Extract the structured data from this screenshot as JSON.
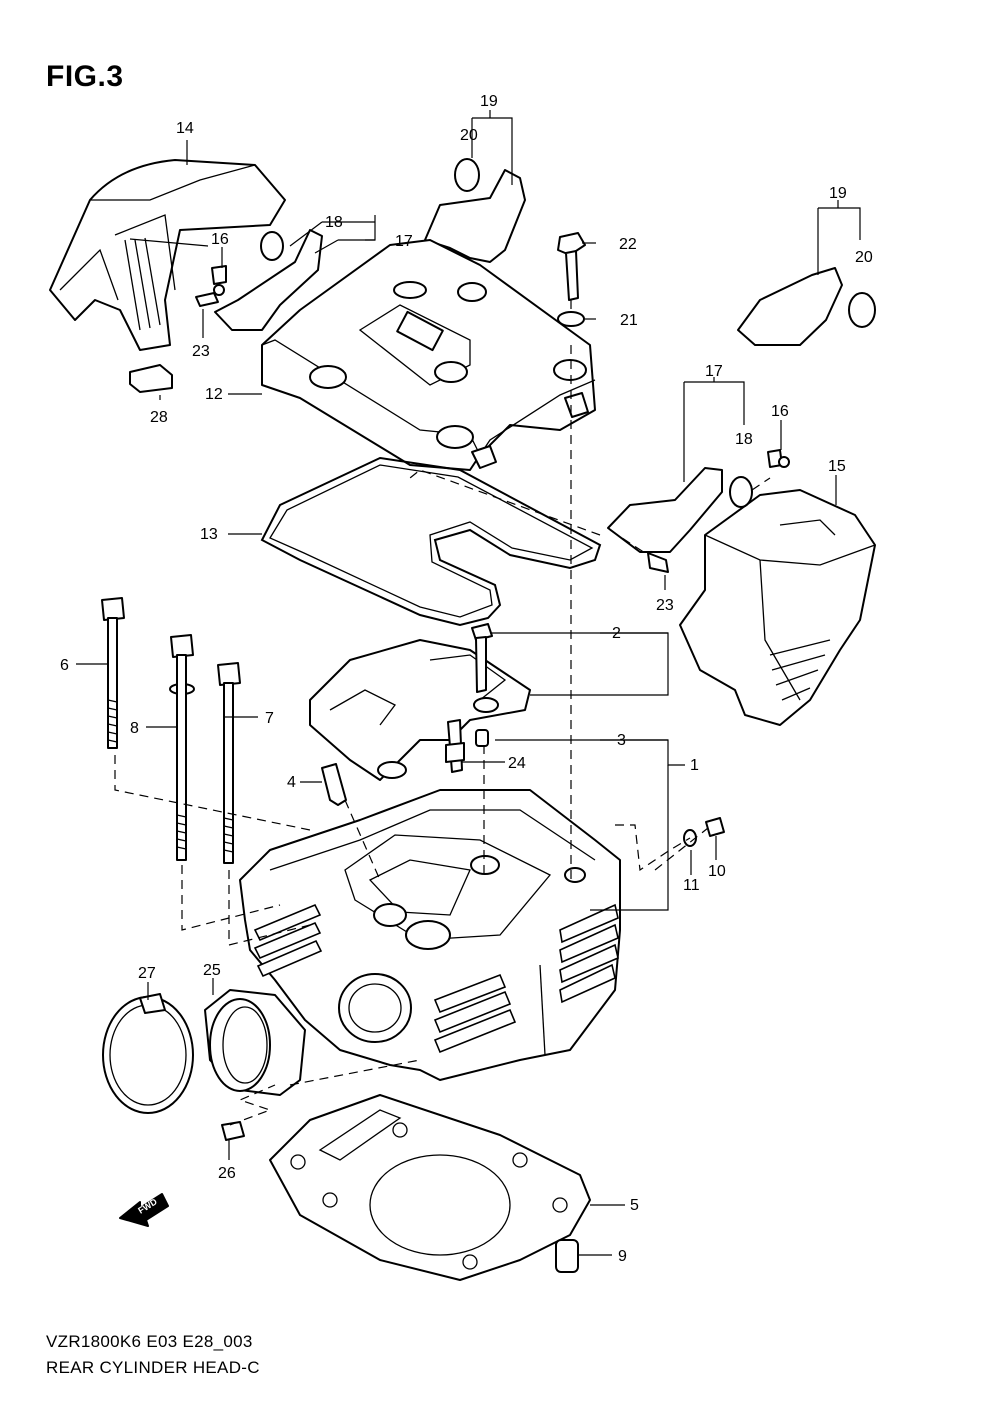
{
  "figure": {
    "title": "FIG.3",
    "model_code": "VZR1800K6 E03 E28_003",
    "caption": "REAR CYLINDER HEAD-C",
    "fwd_label": "FWD"
  },
  "callouts": [
    "1",
    "2",
    "3",
    "4",
    "5",
    "6",
    "7",
    "8",
    "9",
    "10",
    "11",
    "12",
    "13",
    "14",
    "15",
    "16",
    "16",
    "17",
    "17",
    "18",
    "18",
    "19",
    "19",
    "20",
    "20",
    "21",
    "22",
    "23",
    "23",
    "24",
    "25",
    "26",
    "27",
    "28"
  ]
}
